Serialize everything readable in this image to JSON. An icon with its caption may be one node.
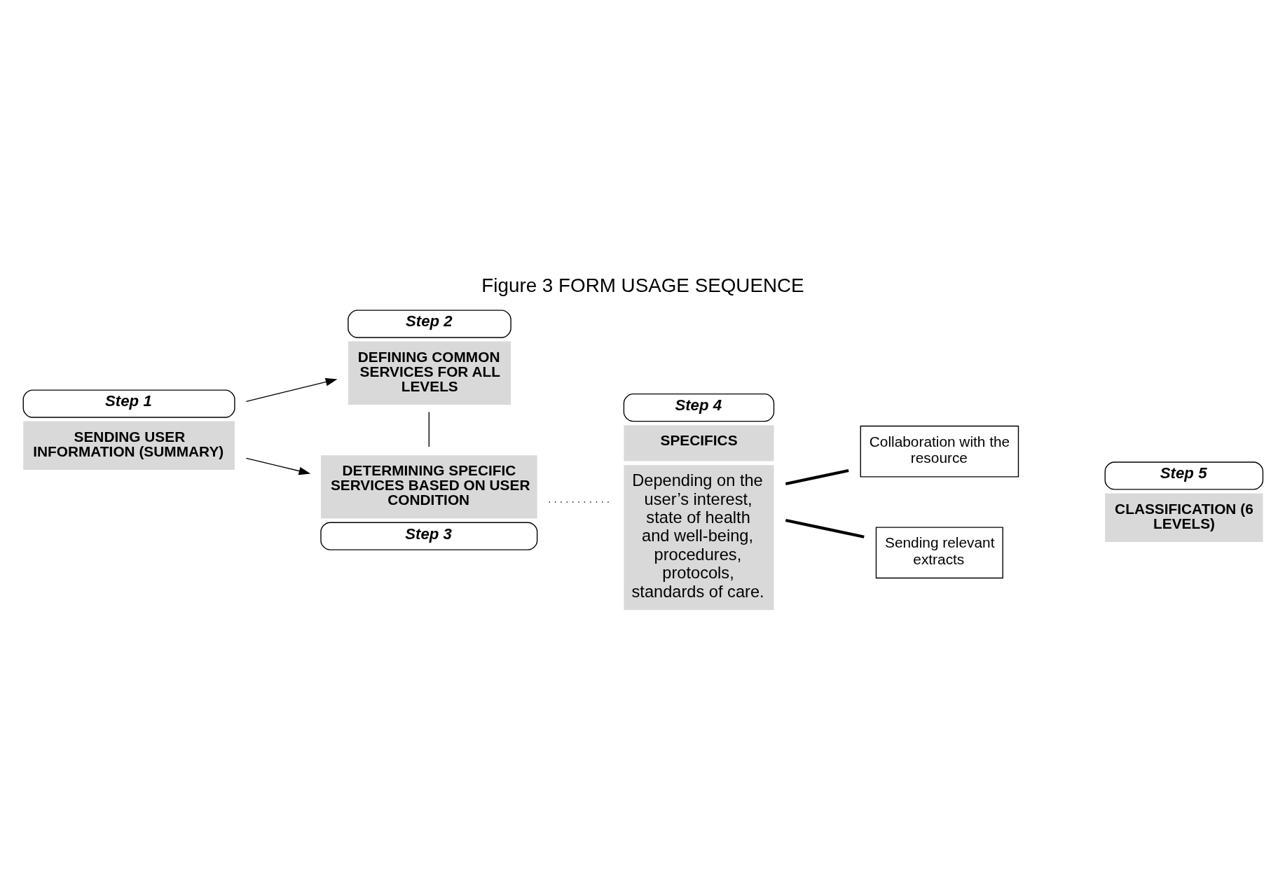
{
  "diagram": {
    "title": "Figure 3 FORM USAGE SEQUENCE",
    "nodes": [
      {
        "text": [
          "Step 1",
          "SENDING USER INFORMATION (SUMMARY)"
        ]
      },
      {
        "text": [
          "Step 2",
          "DEFINING COMMON SERVICES FOR ALL LEVELS"
        ]
      },
      {
        "text": [
          "DETERMINING SPECIFIC SERVICES BASED ON USER CONDITION",
          "Step 3"
        ]
      },
      {
        "text": [
          "Step 4",
          "SPECIFICS",
          "Depending on the user’s interest, state of health and well-being, procedures, protocols, standards of care."
        ]
      },
      {
        "text": [
          "Collaboration with the resource"
        ]
      },
      {
        "text": [
          "Sending relevant extracts"
        ]
      },
      {
        "text": [
          "Step 5",
          "CLASSIFICATION (6 LEVELS)"
        ]
      }
    ],
    "edges": [
      {
        "from": 0,
        "to": 1,
        "arrow": "to"
      },
      {
        "from": 0,
        "to": 2,
        "arrow": "to"
      },
      {
        "from": 1,
        "to": 2,
        "arrow": "none"
      },
      {
        "from": 2,
        "to": 3,
        "arrow": "none",
        "style": "dashed"
      },
      {
        "from": 3,
        "to": 4,
        "arrow": "none",
        "style": "thick"
      },
      {
        "from": 3,
        "to": 5,
        "arrow": "none",
        "style": "thick"
      }
    ]
  }
}
